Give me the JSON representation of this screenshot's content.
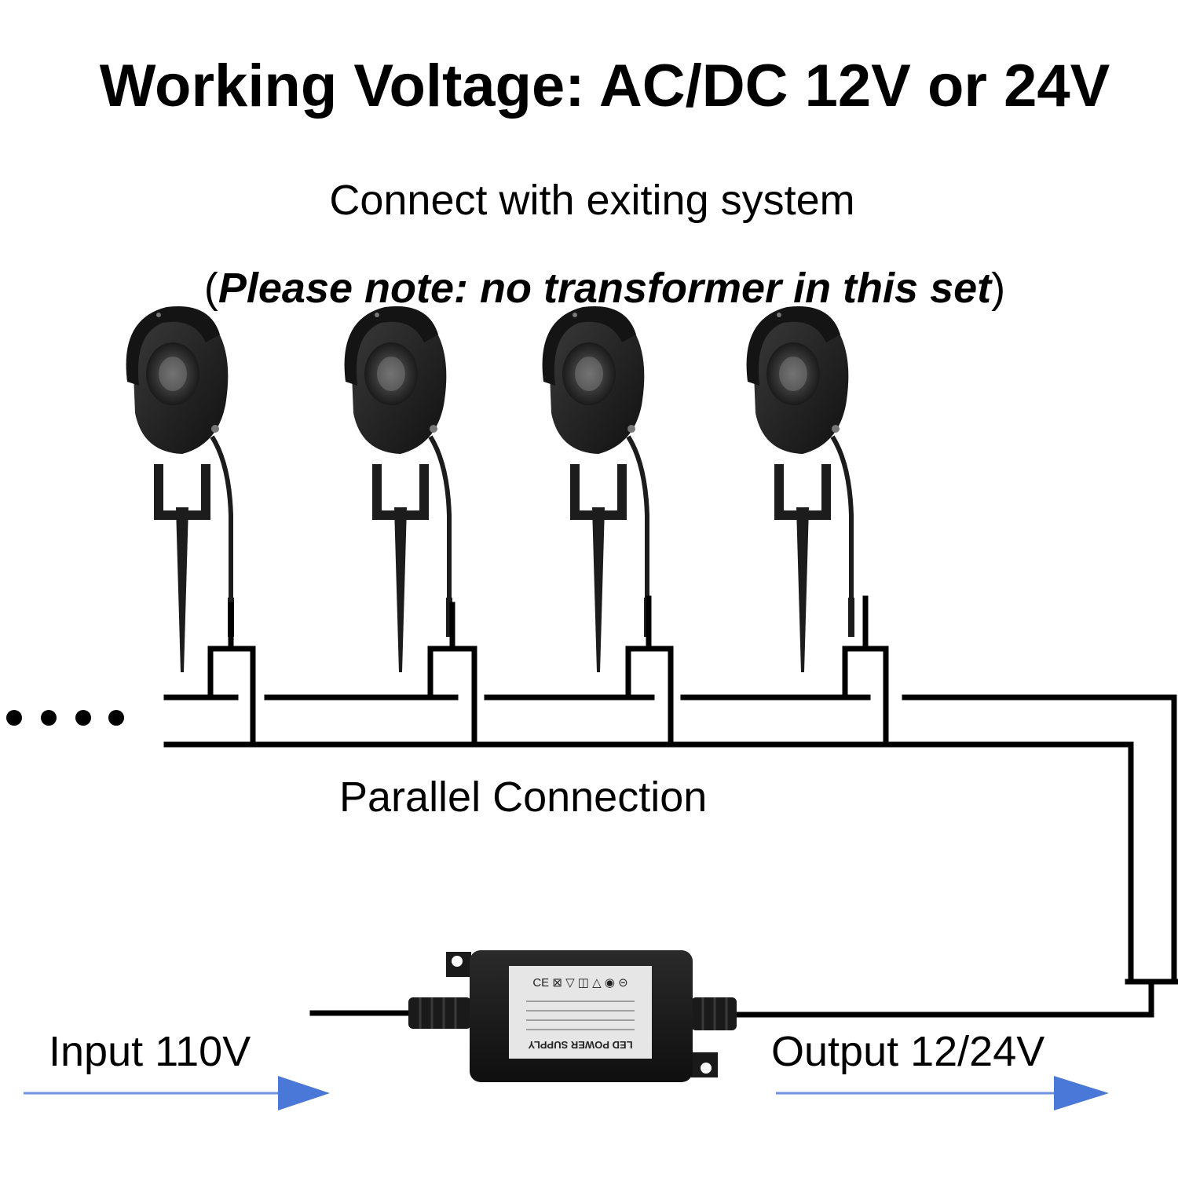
{
  "header": {
    "title": "Working Voltage: AC/DC 12V or 24V",
    "subtitle": "Connect with exiting system",
    "note_open": "(",
    "note_text": "Please note: no transformer in this set",
    "note_close": ")"
  },
  "diagram": {
    "parallel_label": "Parallel Connection",
    "input_label": "Input 110V",
    "output_label": "Output 12/24V",
    "lights": [
      {
        "name": "light-1"
      },
      {
        "name": "light-2"
      },
      {
        "name": "light-3"
      },
      {
        "name": "light-4"
      }
    ],
    "power_supply": {
      "label": "LED POWER SUPPLY",
      "cert_marks": "CE ⊠ ▽ ◫ △ ◉ ⊝"
    },
    "continuation": "••••"
  },
  "colors": {
    "text": "#000000",
    "wire": "#000000",
    "arrow": "#4a78d8",
    "arrow_shaft": "#6f8fe0",
    "lamp_body": "#1c1c1c",
    "lamp_highlight": "#4a4a4a",
    "psu_body": "#1a1a1a",
    "psu_label": "#e6e6e6"
  }
}
